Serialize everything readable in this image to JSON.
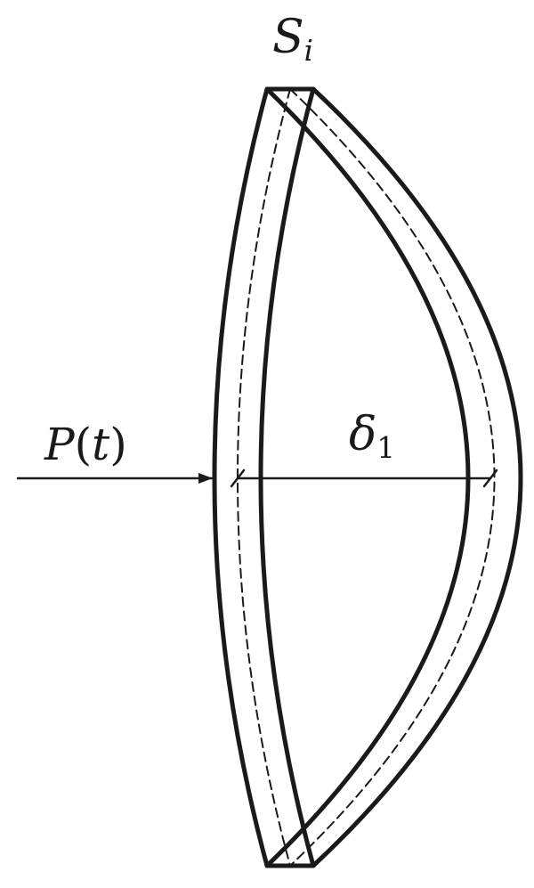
{
  "labels": {
    "surface": {
      "symbol": "S",
      "subscript": "i"
    },
    "deflection": {
      "symbol": "δ",
      "subscript": "1"
    },
    "load": {
      "symbol": "P",
      "open": "(",
      "argument": "t",
      "close": ")"
    }
  },
  "colors": {
    "stroke": "#1a1a1a",
    "background": "#ffffff"
  }
}
